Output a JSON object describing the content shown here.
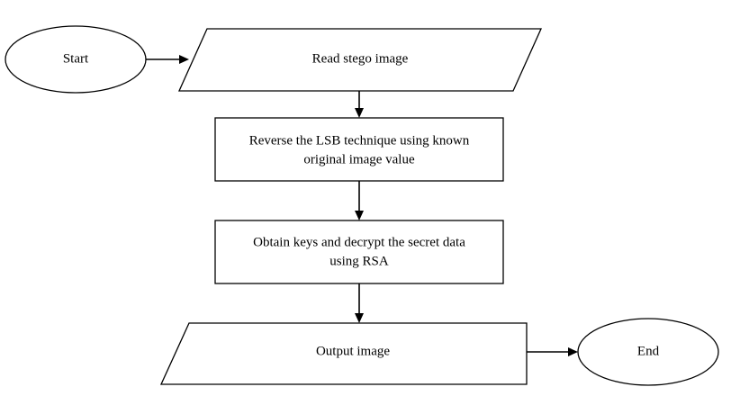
{
  "diagram": {
    "nodes": {
      "start": {
        "shape": "ellipse",
        "lines": [
          "Start"
        ]
      },
      "read": {
        "shape": "parallelogram",
        "lines": [
          "Read stego image"
        ]
      },
      "reverse": {
        "shape": "rectangle",
        "lines": [
          "Reverse the LSB technique using known",
          "original image value"
        ]
      },
      "obtain": {
        "shape": "rectangle",
        "lines": [
          "Obtain keys and decrypt the secret data",
          "using RSA"
        ]
      },
      "output": {
        "shape": "parallelogram",
        "lines": [
          "Output image"
        ]
      },
      "end": {
        "shape": "ellipse",
        "lines": [
          "End"
        ]
      }
    },
    "edges": [
      {
        "from": "start",
        "to": "read"
      },
      {
        "from": "read",
        "to": "reverse"
      },
      {
        "from": "reverse",
        "to": "obtain"
      },
      {
        "from": "obtain",
        "to": "output"
      },
      {
        "from": "output",
        "to": "end"
      }
    ],
    "colors": {
      "stroke": "#000000",
      "fill": "#ffffff",
      "text": "#000000"
    }
  }
}
